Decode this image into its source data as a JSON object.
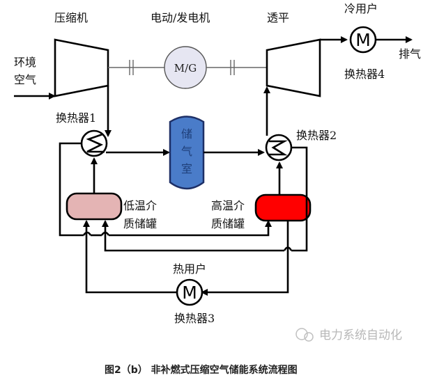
{
  "diagram": {
    "labels": {
      "compressor": "压缩机",
      "motor_generator": "电动/发电机",
      "turbine": "透平",
      "cold_user": "冷用户",
      "exhaust": "排气",
      "ambient_air_line1": "环境",
      "ambient_air_line2": "空气",
      "heat_exchanger_1": "换热器1",
      "heat_exchanger_2": "换热器2",
      "heat_exchanger_3": "换热器3",
      "heat_exchanger_4": "换热器4",
      "mg_symbol": "M/G",
      "air_storage_chars": [
        "储",
        "气",
        "室"
      ],
      "low_temp_tank_line1": "低温介",
      "low_temp_tank_line2": "质储罐",
      "high_temp_tank_line1": "高温介",
      "high_temp_tank_line2": "质储罐",
      "heat_user": "热用户",
      "hx_symbol_m": "M"
    },
    "colors": {
      "air_storage_fill": "#4a7cc9",
      "air_storage_text": "#1f3f7a",
      "low_temp_tank": "#e4b4b4",
      "high_temp_tank": "#ff0000",
      "mg_fill": "#e6e6f2"
    }
  },
  "watermark": "电力系统自动化",
  "caption": "图2（b） 非补燃式压缩空气储能系统流程图"
}
